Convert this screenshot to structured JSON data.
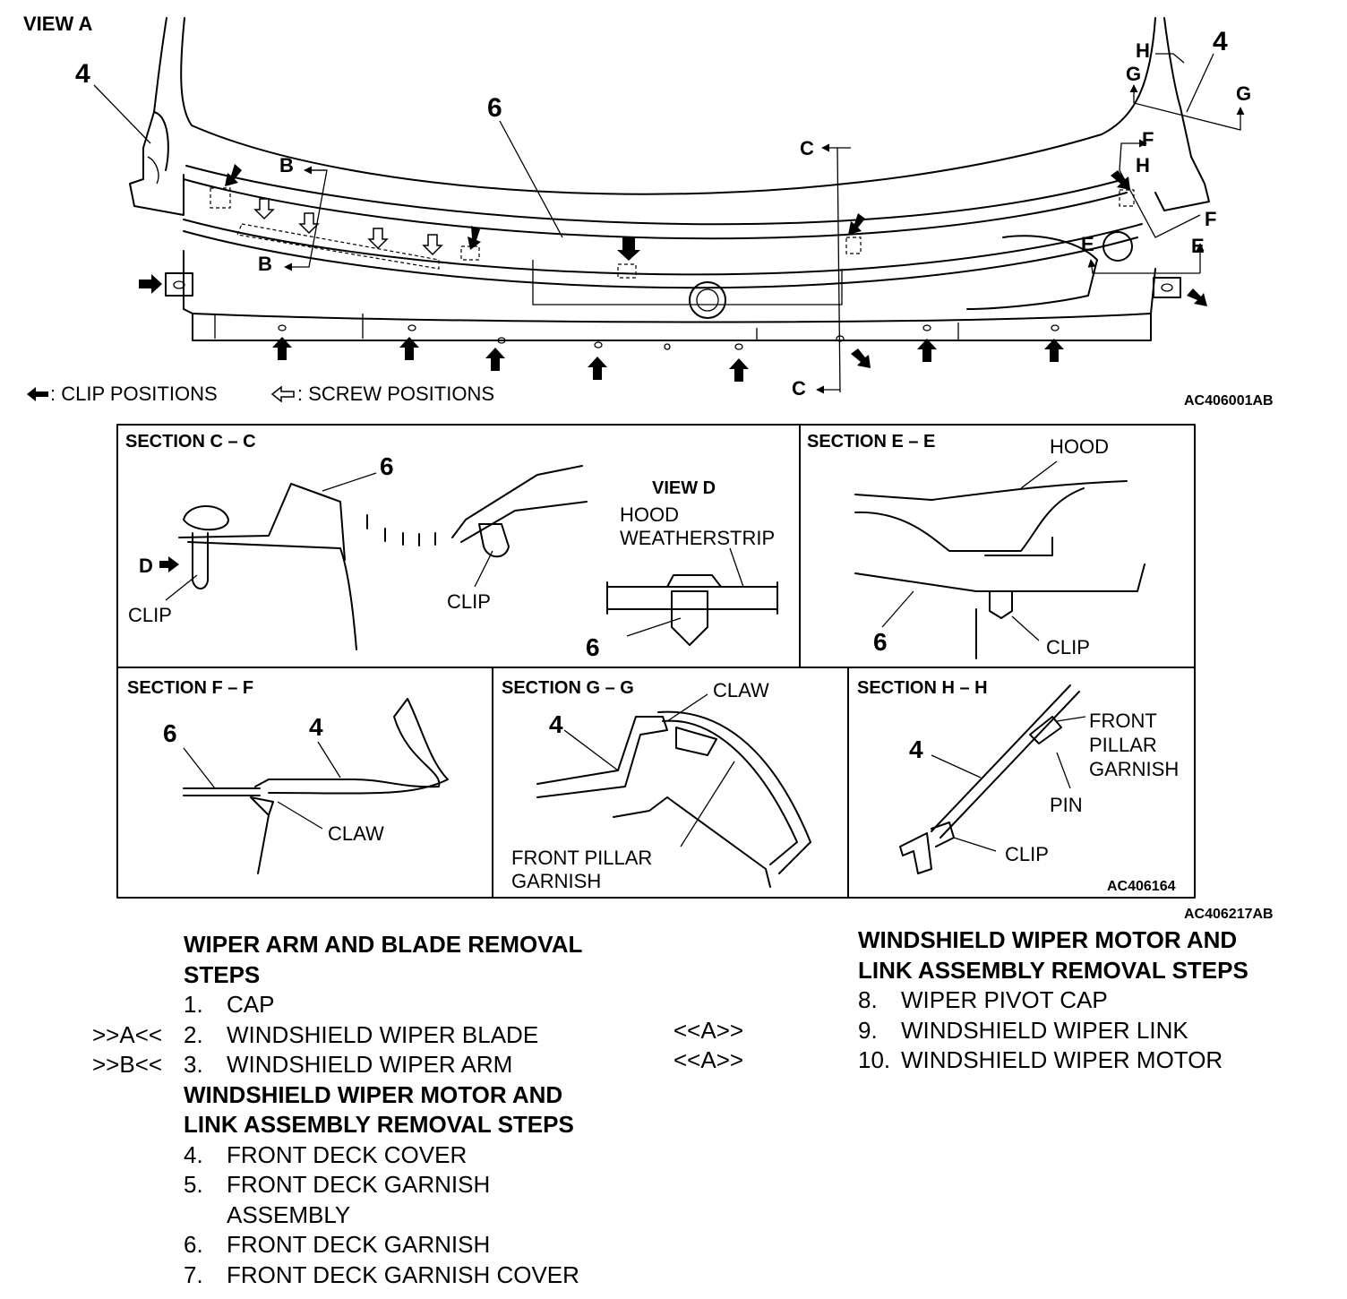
{
  "view_a": {
    "title": "VIEW A",
    "callouts": {
      "n4_left": "4",
      "n4_right": "4",
      "n6": "6"
    },
    "section_letters": {
      "b_top": "B",
      "b_bottom": "B",
      "c_top": "C",
      "c_bottom": "C",
      "g_left": "G",
      "g_right": "G",
      "h_top": "H",
      "h_mid": "H",
      "f_top": "F",
      "f_bottom": "F",
      "e_left": "E",
      "e_right": "E"
    },
    "legend_clip": ": CLIP POSITIONS",
    "legend_screw": ": SCREW POSITIONS",
    "code": "AC406001AB"
  },
  "sections": {
    "cc": {
      "title": "SECTION C – C",
      "n6": "6",
      "clip1": "CLIP",
      "d": "D",
      "clip2": "CLIP"
    },
    "view_d": {
      "title": "VIEW D",
      "hood": "HOOD",
      "weatherstrip": "WEATHERSTRIP",
      "n6": "6"
    },
    "ee": {
      "title": "SECTION E – E",
      "hood": "HOOD",
      "n6": "6",
      "clip": "CLIP"
    },
    "ff": {
      "title": "SECTION F – F",
      "n6": "6",
      "n4": "4",
      "claw": "CLAW"
    },
    "gg": {
      "title": "SECTION G – G",
      "n4": "4",
      "claw": "CLAW",
      "garnish1": "FRONT PILLAR",
      "garnish2": "GARNISH"
    },
    "hh": {
      "title": "SECTION H – H",
      "n4": "4",
      "fpg1": "FRONT",
      "fpg2": "PILLAR",
      "fpg3": "GARNISH",
      "pin": "PIN",
      "clip": "CLIP",
      "code": "AC406164"
    },
    "code": "AC406217AB"
  },
  "steps_left": {
    "head1a": "WIPER ARM AND BLADE REMOVAL",
    "head1b": "STEPS",
    "items1": [
      {
        "num": "1.",
        "text": "CAP",
        "mark": ""
      },
      {
        "num": "2.",
        "text": "WINDSHIELD WIPER BLADE",
        "mark": ">>A<<"
      },
      {
        "num": "3.",
        "text": "WINDSHIELD WIPER ARM",
        "mark": ">>B<<"
      }
    ],
    "head2a": "WINDSHIELD WIPER MOTOR AND",
    "head2b": "LINK ASSEMBLY REMOVAL STEPS",
    "items2": [
      {
        "num": "4.",
        "text": "FRONT DECK COVER"
      },
      {
        "num": "5.",
        "text": "FRONT DECK GARNISH"
      },
      {
        "num": "",
        "text": "ASSEMBLY"
      },
      {
        "num": "6.",
        "text": "FRONT DECK GARNISH"
      },
      {
        "num": "7.",
        "text": "FRONT DECK GARNISH COVER"
      }
    ]
  },
  "steps_right": {
    "head_a": "WINDSHIELD WIPER MOTOR AND",
    "head_b": "LINK ASSEMBLY REMOVAL STEPS",
    "items": [
      {
        "num": "8.",
        "text": "WIPER PIVOT CAP",
        "mark": ""
      },
      {
        "num": "9.",
        "text": "WINDSHIELD WIPER LINK",
        "mark": "<<A>>"
      },
      {
        "num": "10.",
        "text": "WINDSHIELD WIPER MOTOR",
        "mark": "<<A>>"
      }
    ]
  }
}
